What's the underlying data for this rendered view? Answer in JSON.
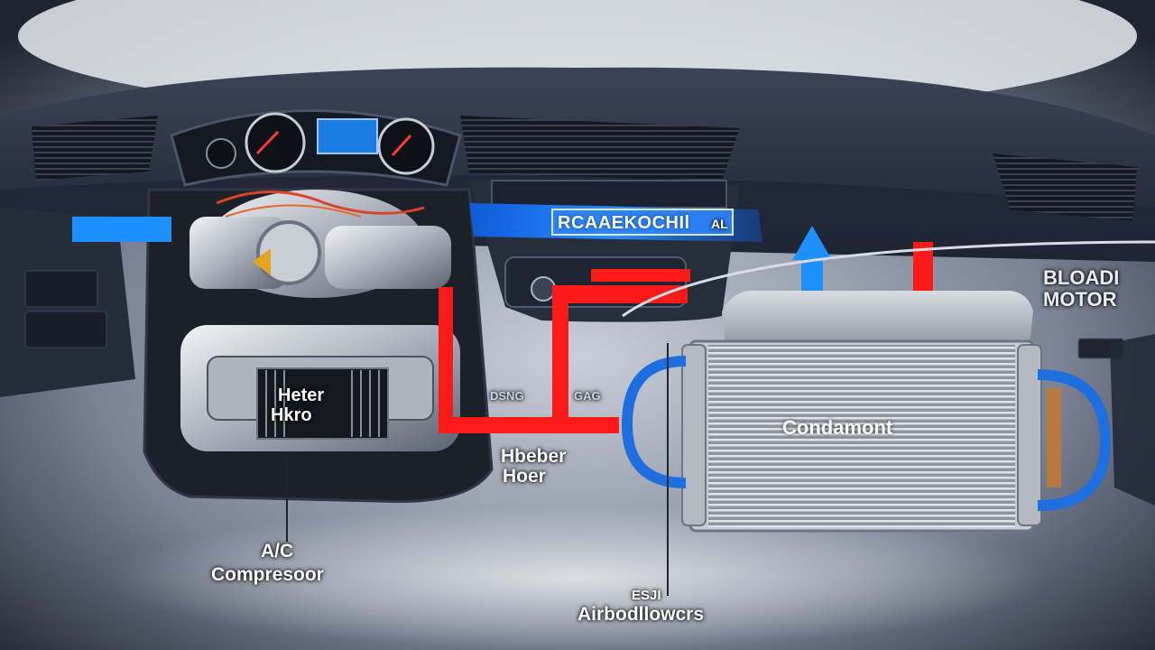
{
  "labels": {
    "banner": "RCAAEKOCHIl",
    "banner_suffix": "AL",
    "motor_line1": "BLOADI",
    "motor_line2": "MOTOR",
    "compressor_inner_line1": "Heter",
    "compressor_inner_line2": "Hkro",
    "compressor_line1": "A/C",
    "compressor_line2": "Compresoor",
    "heater_line1": "Hbeber",
    "heater_line2": "Hoer",
    "condenser": "Condamont",
    "airflow_line1": "ESJI",
    "airflow_line2": "Airbodllowcrs",
    "small_mid_left": "DSNG",
    "small_mid_right": "GAG"
  },
  "colors": {
    "hot_line": "#ff1a1a",
    "cold_line": "#1e8fff",
    "dashboard": "#2a3244",
    "background_glow": "#e8ecf2"
  }
}
